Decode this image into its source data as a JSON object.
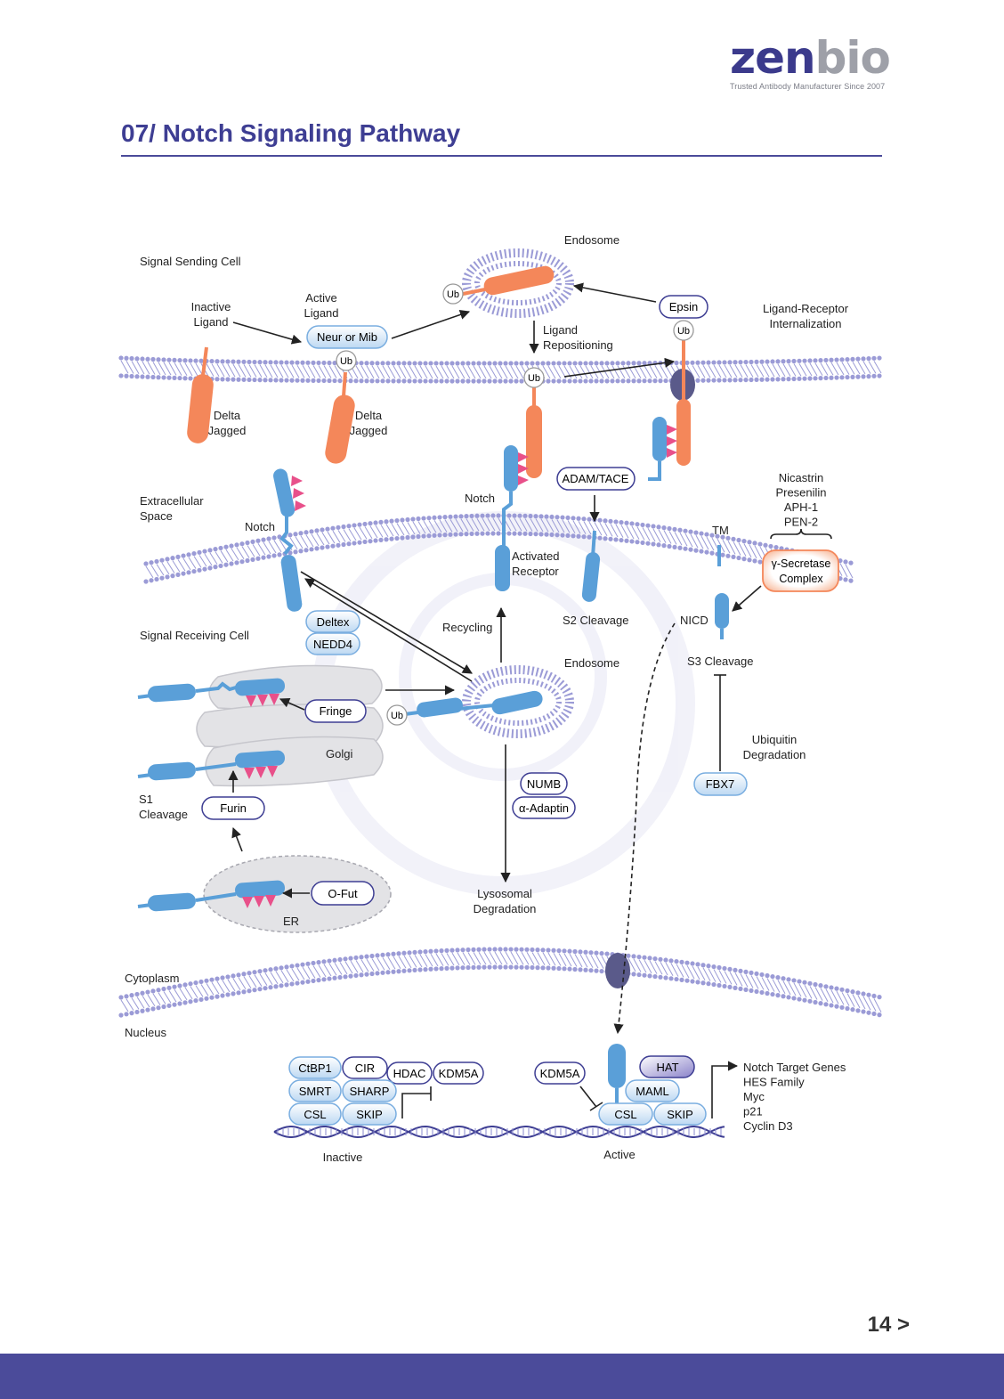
{
  "brand": {
    "logo_zen": "zen",
    "logo_bio": "bio",
    "tagline": "Trusted Antibody Manufacturer Since 2007"
  },
  "header": {
    "title": "07/ Notch Signaling Pathway"
  },
  "labels": {
    "signal_sending_cell": "Signal Sending Cell",
    "inactive_ligand": [
      "Inactive",
      "Ligand"
    ],
    "active_ligand": [
      "Active",
      "Ligand"
    ],
    "endosome_top": "Endosome",
    "ligand_receptor_internalization": [
      "Ligand-Receptor",
      "Internalization"
    ],
    "ligand_repositioning": [
      "Ligand",
      "Repositioning"
    ],
    "delta_jagged_1": [
      "Delta",
      "Jagged"
    ],
    "delta_jagged_2": [
      "Delta",
      "Jagged"
    ],
    "extracellular_space": [
      "Extracellular",
      "Space"
    ],
    "notch_left": "Notch",
    "notch_center": "Notch",
    "activated_receptor": [
      "Activated",
      "Receptor"
    ],
    "s2_cleavage": "S2 Cleavage",
    "tm": "TM",
    "secretase_members": [
      "Nicastrin",
      "Presenilin",
      "APH-1",
      "PEN-2"
    ],
    "nicd": "NICD",
    "s3_cleavage": "S3 Cleavage",
    "signal_receiving_cell": "Signal Receiving Cell",
    "recycling": "Recycling",
    "endosome_mid": "Endosome",
    "golgi": "Golgi",
    "s1_cleavage": [
      "S1",
      "Cleavage"
    ],
    "er": "ER",
    "ubiquitin_degradation": [
      "Ubiquitin",
      "Degradation"
    ],
    "lysosomal_degradation": [
      "Lysosomal",
      "Degradation"
    ],
    "cytoplasm": "Cytoplasm",
    "nucleus": "Nucleus",
    "inactive": "Inactive",
    "active": "Active",
    "target_genes": [
      "Notch Target Genes",
      "HES Family",
      "Myc",
      "p21",
      "Cyclin D3"
    ]
  },
  "boxes": {
    "neur_mib": "Neur or Mib",
    "epsin": "Epsin",
    "ub": "Ub",
    "adam_tace": "ADAM/TACE",
    "gamma_secretase": [
      "γ-Secretase",
      "Complex"
    ],
    "deltex": "Deltex",
    "nedd4": "NEDD4",
    "fringe": "Fringe",
    "furin": "Furin",
    "ofut": "O-Fut",
    "numb": "NUMB",
    "alpha_adaptin": "α-Adaptin",
    "fbx7": "FBX7",
    "ctbp1": "CtBP1",
    "cir": "CIR",
    "hdac": "HDAC",
    "kdm5a": "KDM5A",
    "smrt": "SMRT",
    "sharp": "SHARP",
    "csl": "CSL",
    "skip": "SKIP",
    "hat": "HAT",
    "maml": "MAML"
  },
  "colors": {
    "brand": "#3e3e93",
    "membrane": "#9b9bd6",
    "ligand": "#f4875a",
    "receptor": "#5a9fd8",
    "egf_repeat": "#e8508a",
    "organelle": "#e3e3e6"
  },
  "footer": {
    "page": "14 >"
  }
}
